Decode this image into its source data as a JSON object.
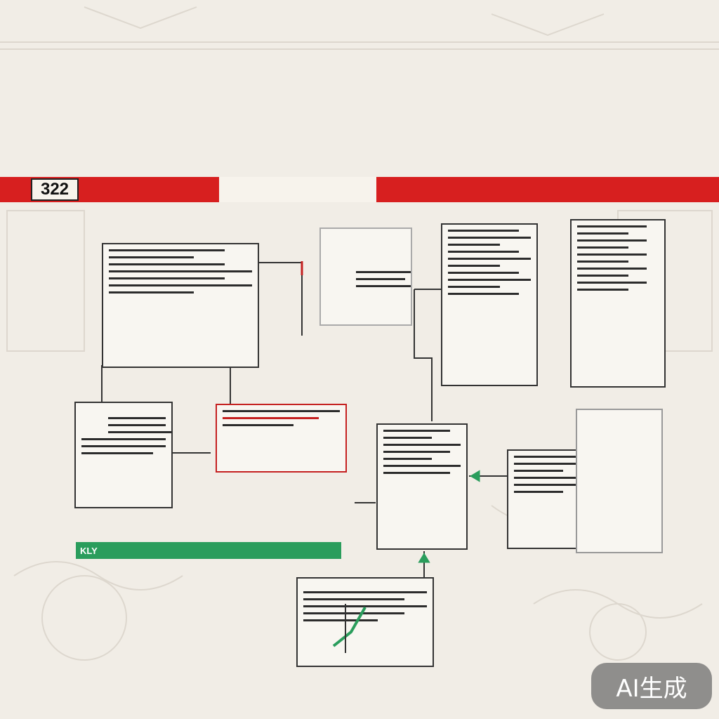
{
  "title": "",
  "badge": "322",
  "section_label": "",
  "left_caption": "",
  "green_label": "KLY",
  "footer_text": "",
  "ai_badge": "AI生成",
  "colors": {
    "background": "#f1ede6",
    "accent_red": "#d71f1f",
    "accent_green": "#2a9d5c",
    "ink": "#222222"
  },
  "nodes": [
    {
      "id": "n1",
      "head": ""
    },
    {
      "id": "n2",
      "head": ""
    },
    {
      "id": "n3",
      "head": ""
    },
    {
      "id": "n4",
      "head": ""
    },
    {
      "id": "n5",
      "head": ""
    },
    {
      "id": "n6",
      "head": ""
    },
    {
      "id": "n7",
      "head": ""
    },
    {
      "id": "n8",
      "head": ""
    },
    {
      "id": "n9",
      "head": ""
    },
    {
      "id": "n10",
      "head": ""
    }
  ]
}
